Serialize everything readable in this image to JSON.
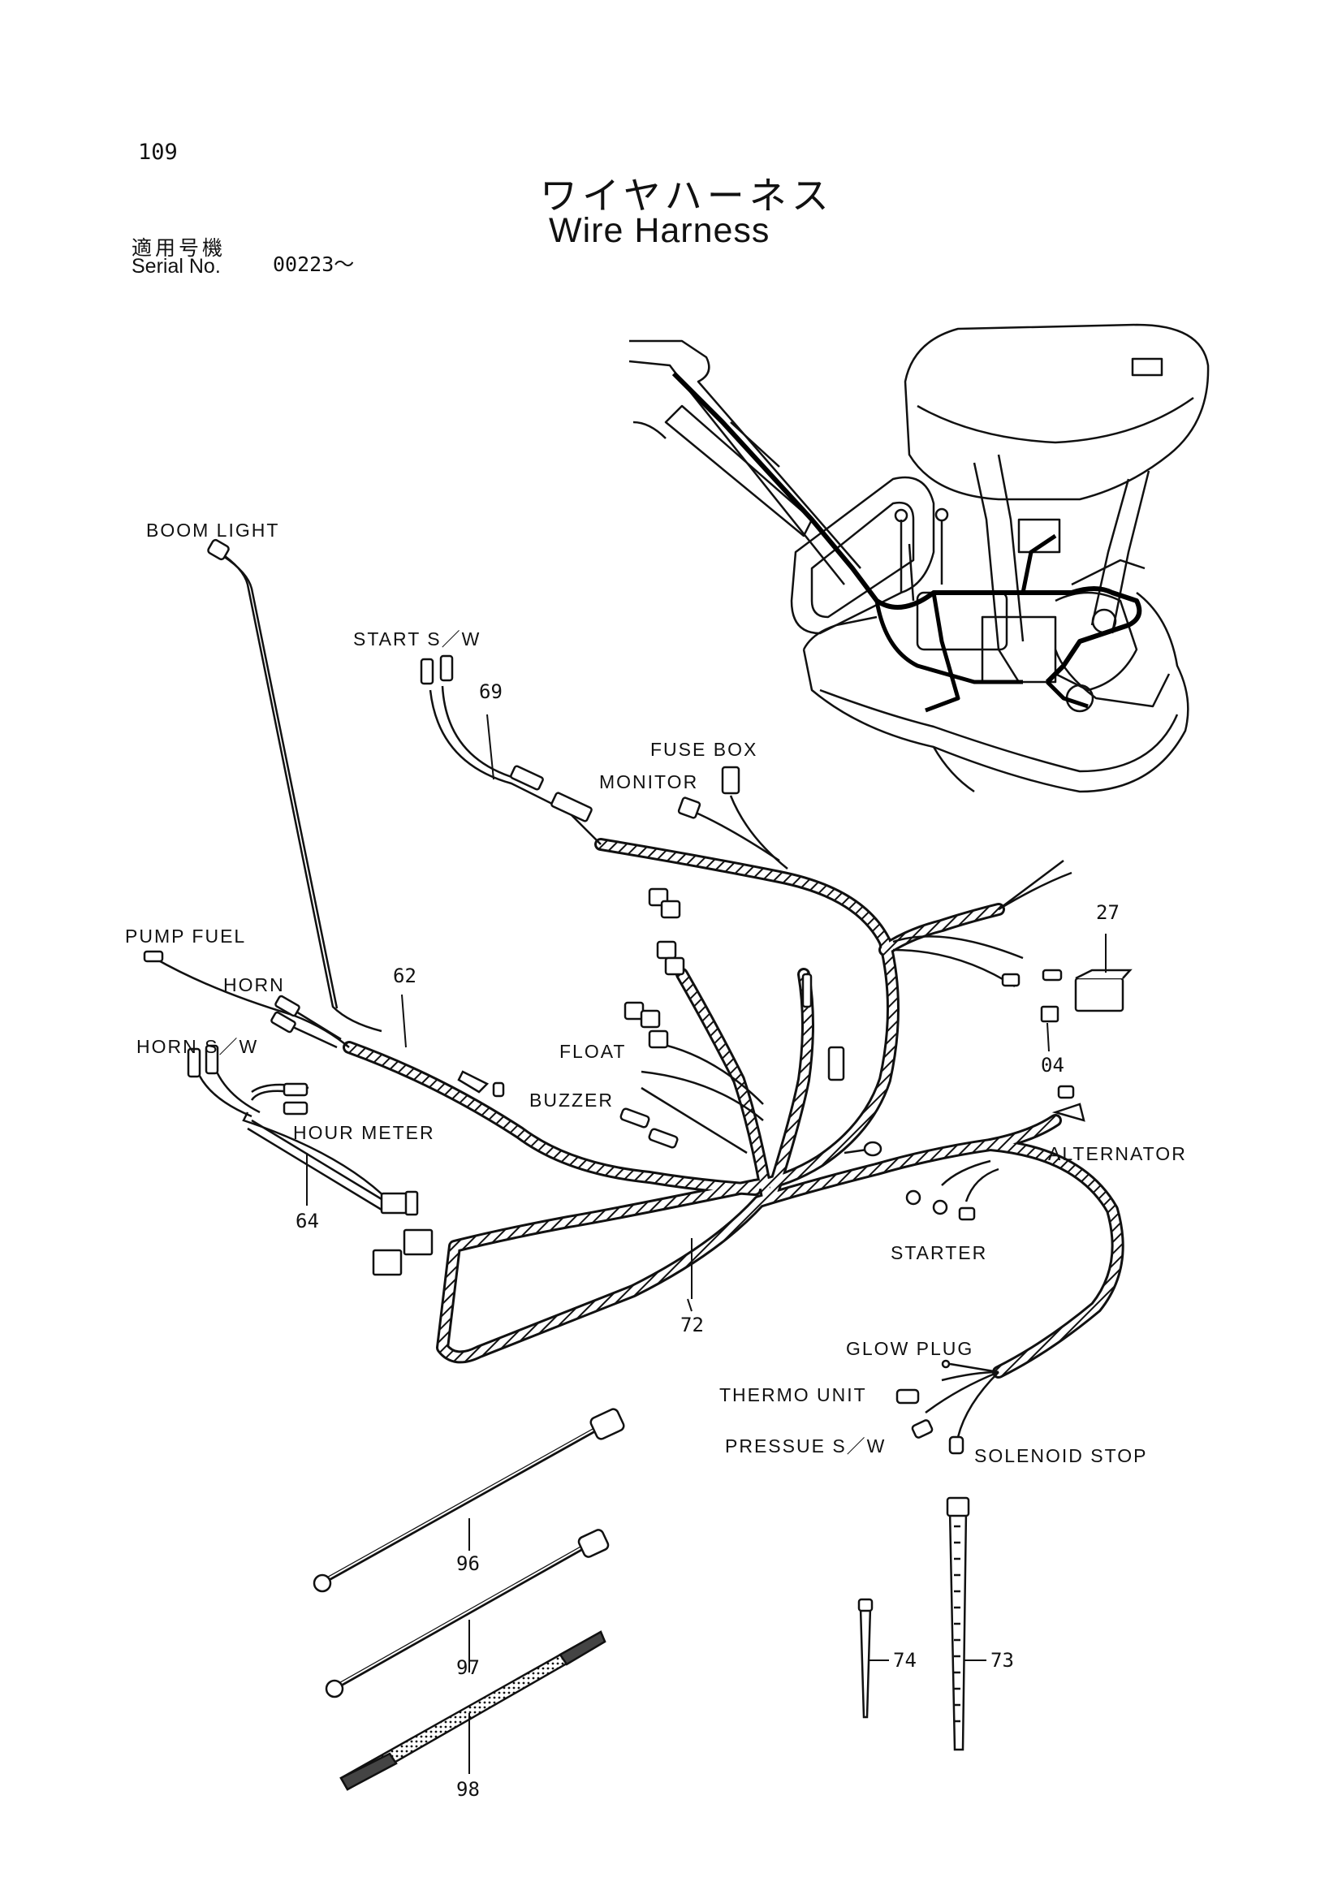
{
  "page": {
    "number": "109"
  },
  "title": {
    "japanese": "ワイヤハーネス",
    "english": "Wire Harness"
  },
  "serial": {
    "label_jp": "適用号機",
    "label_en": "Serial No.",
    "value": "00223～"
  },
  "labels": {
    "boom_light": "BOOM  LIGHT",
    "start_sw": "START  S／W",
    "fuse_box": "FUSE  BOX",
    "monitor": "MONITOR",
    "pump_fuel": "PUMP FUEL",
    "horn": "HORN",
    "horn_sw": "HORN  S／W",
    "hour_meter": "HOUR  METER",
    "float": "FLOAT",
    "buzzer": "BUZZER",
    "alternator": "ALTERNATOR",
    "starter": "STARTER",
    "glow_plug": "GLOW  PLUG",
    "thermo_unit": "THERMO  UNIT",
    "pressue_sw": "PRESSUE  S／W",
    "solenoid_stop": "SOLENOID  STOP"
  },
  "part_numbers": {
    "p69": "69",
    "p27": "27",
    "p04": "04",
    "p62": "62",
    "p64": "64",
    "p72": "72",
    "p96": "96",
    "p97": "97",
    "p98": "98",
    "p74": "74",
    "p73": "73"
  }
}
